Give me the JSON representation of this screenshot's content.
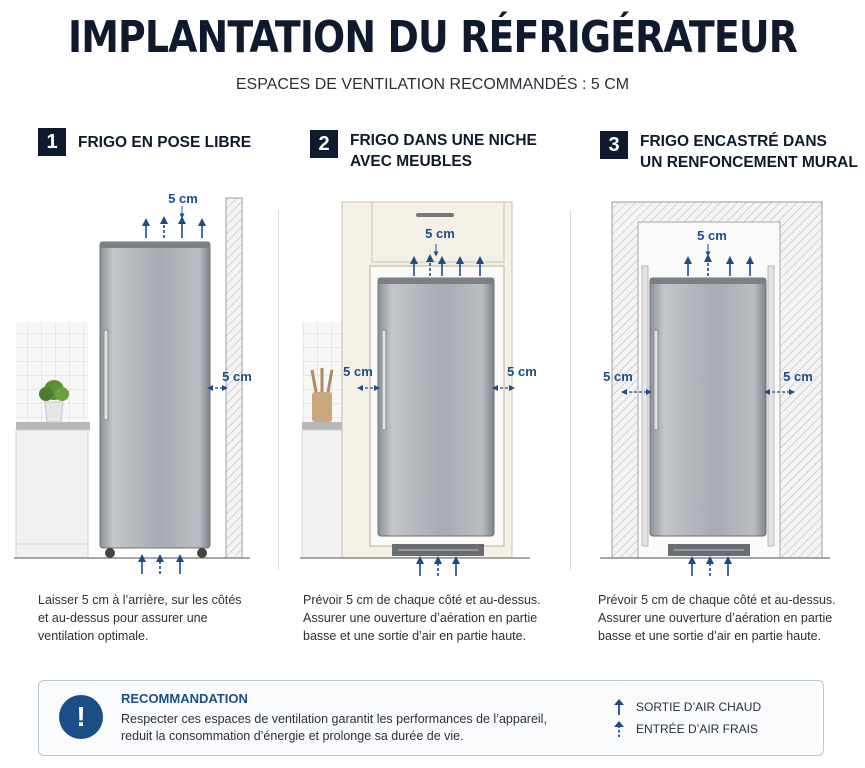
{
  "title": "IMPLANTATION DU RÉFRIGÉRATEUR",
  "subtitle": "ESPACES DE VENTILATION RECOMMANDÉS : 5 CM",
  "sections": [
    {
      "number": "1",
      "title_lines": [
        "FRIGO EN POSE LIBRE"
      ],
      "labels": {
        "top": "5 cm",
        "right": "5 cm"
      },
      "description_lines": [
        "Laisser 5 cm à l’arrière, sur les côtés",
        "et au-dessus pour assurer une",
        "ventilation optimale."
      ]
    },
    {
      "number": "2",
      "title_lines": [
        "FRIGO DANS UNE NICHE",
        "AVEC MEUBLES"
      ],
      "labels": {
        "top": "5 cm",
        "left": "5 cm",
        "right": "5 cm"
      },
      "description_lines": [
        "Prévoir 5 cm de chaque côté et au-dessus.",
        "Assurer une ouverture d’aération en partie",
        "basse et une sortie d’air en partie haute."
      ]
    },
    {
      "number": "3",
      "title_lines": [
        "FRIGO ENCASTRÉ DANS",
        "UN RENFONCEMENT MURAL"
      ],
      "labels": {
        "top": "5 cm",
        "left": "5 cm",
        "right": "5 cm"
      },
      "description_lines": [
        "Prévoir 5 cm de chaque côté et au-dessus.",
        "Assurer une ouverture d’aération en partie",
        "basse et une sortie d’air en partie haute."
      ]
    }
  ],
  "recommendation": {
    "icon": "exclamation-icon",
    "title": "RECOMMANDATION",
    "text_lines": [
      "Respecter ces espaces de ventilation garantit les performances de l’appareil,",
      "reduit la consommation d’énergie et prolonge sa durée de vie."
    ]
  },
  "legend": [
    {
      "icon": "solid-arrow-icon",
      "label": "SORTIE D’AIR CHAUD"
    },
    {
      "icon": "dotted-arrow-icon",
      "label": "ENTRÉE D’AIR FRAIS"
    }
  ],
  "colors": {
    "navy": "#0f1a2e",
    "arrow_blue": "#1b4e87",
    "steel": "#a9adb3",
    "cabinet": "#f5f0e6"
  }
}
